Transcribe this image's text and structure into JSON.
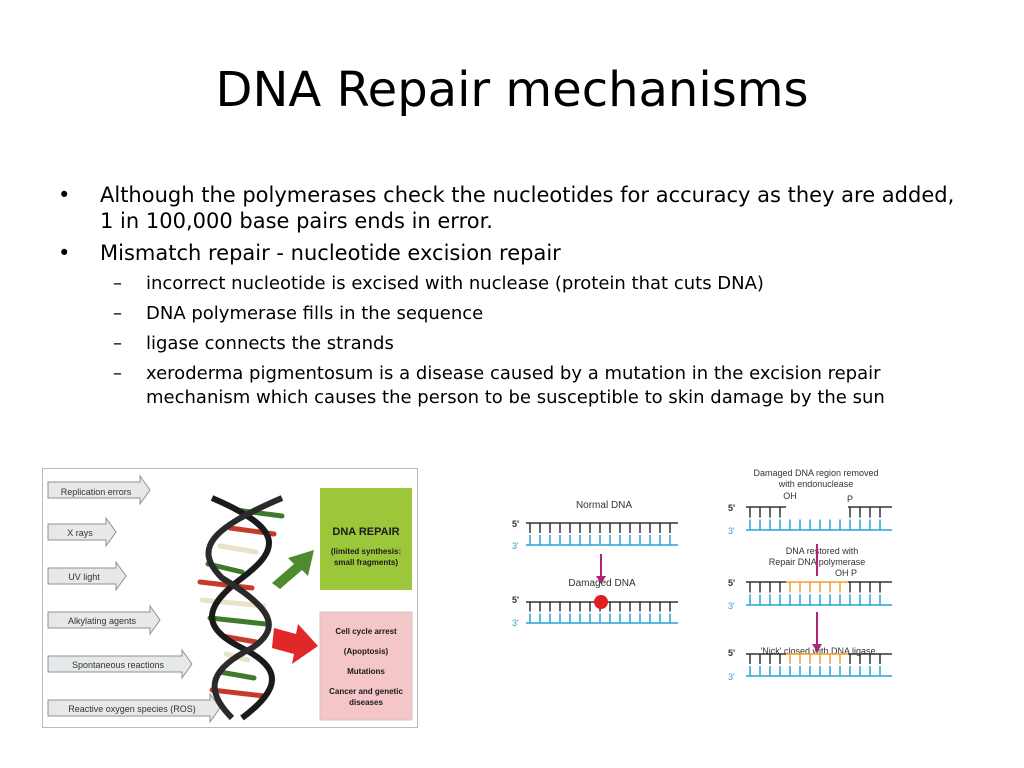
{
  "slide": {
    "title": "DNA Repair mechanisms",
    "bullets": [
      {
        "marker": "•",
        "text": "Although the polymerases check the nucleotides for accuracy as they are added, 1 in 100,000 base pairs ends in error."
      },
      {
        "marker": "•",
        "text": "Mismatch repair - nucleotide excision repair"
      }
    ],
    "sub_bullets": [
      {
        "marker": "–",
        "text": "incorrect nucleotide is excised with nuclease (protein that cuts DNA)"
      },
      {
        "marker": "–",
        "text": "DNA polymerase fills in the sequence"
      },
      {
        "marker": "–",
        "text": "ligase connects the strands"
      },
      {
        "marker": "–",
        "text": "xeroderma pigmentosum is a disease caused by a mutation in the excision repair mechanism which causes the person to be susceptible to skin damage by the sun"
      }
    ]
  },
  "figure_left": {
    "causes": [
      "Replication errors",
      "X rays",
      "UV light",
      "Alkylating agents",
      "Spontaneous reactions",
      "Reactive oxygen species (ROS)"
    ],
    "repair_box": {
      "title": "DNA REPAIR",
      "subtitle_line1": "(limited synthesis:",
      "subtitle_line2": "small fragments)"
    },
    "outcome_box": [
      "Cell cycle arrest",
      "(Apoptosis)",
      "Mutations",
      "Cancer and genetic",
      "diseases"
    ],
    "colors": {
      "green_box": "#9dc73b",
      "pink_box": "#f4c6c8",
      "green_arrow": "#4e8a2e",
      "red_arrow": "#e02828"
    }
  },
  "figure_middle": {
    "normal_label": "Normal DNA",
    "damaged_label": "Damaged DNA",
    "five_prime": "5'",
    "three_prime": "3'",
    "colors": {
      "top_strand": "#333333",
      "bottom_strand": "#29a3d6",
      "arrow": "#b0237a",
      "damage": "#e02020"
    }
  },
  "figure_right": {
    "step1_line1": "Damaged DNA region removed",
    "step1_line2": "with endonuclease",
    "oh_label": "OH",
    "p_label": "P",
    "step2_line1": "DNA restored with",
    "step2_line2": "Repair DNA polymerase",
    "oh_p_label": "OH P",
    "step3_label": "'Nick' closed with DNA ligase",
    "five_prime": "5'",
    "three_prime": "3'",
    "colors": {
      "new_nucleotides": "#f0a030"
    }
  }
}
